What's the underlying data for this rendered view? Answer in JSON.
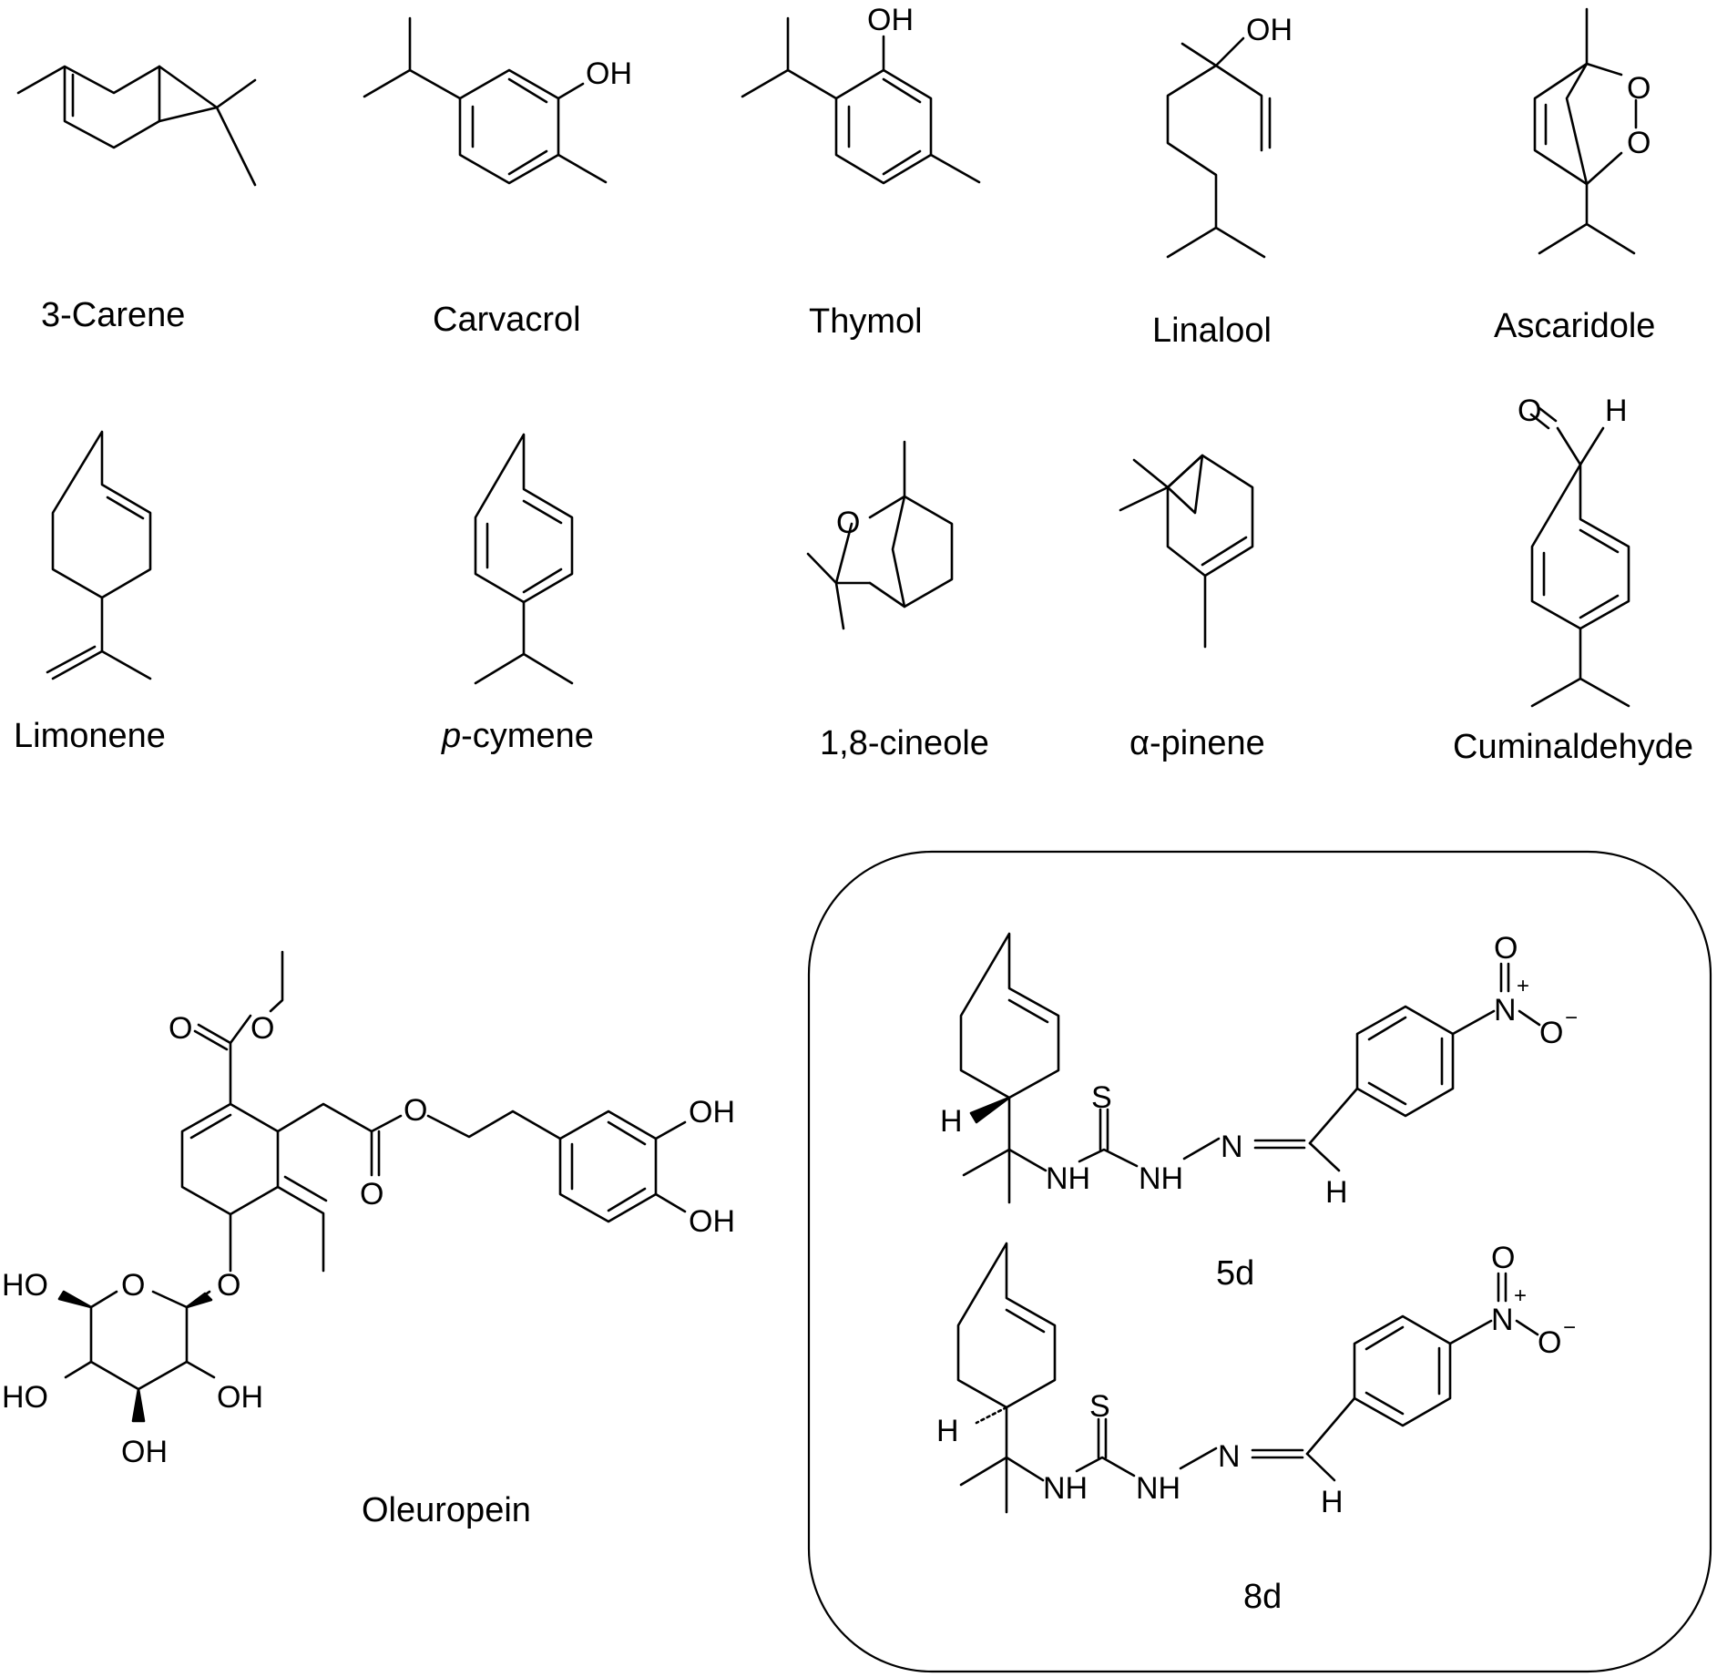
{
  "compounds": {
    "carene": {
      "name": "3-Carene"
    },
    "carvacrol": {
      "name": "Carvacrol",
      "oh": "OH"
    },
    "thymol": {
      "name": "Thymol",
      "oh": "OH"
    },
    "linalool": {
      "name": "Linalool",
      "oh": "OH"
    },
    "ascaridole": {
      "name": "Ascaridole",
      "o1": "O",
      "o2": "O"
    },
    "limonene": {
      "name": "Limonene"
    },
    "pcymene": {
      "name_prefix": "p",
      "name_rest": "-cymene"
    },
    "cineole": {
      "name": "1,8-cineole",
      "o": "O"
    },
    "pinene": {
      "name": "α-pinene"
    },
    "cuminaldehyde": {
      "name": "Cuminaldehyde",
      "o": "O",
      "h": "H"
    },
    "oleuropein": {
      "name": "Oleuropein",
      "o_carbonyl1": "O",
      "o_ester1": "O",
      "o_ester2": "O",
      "o_carbonyl2": "O",
      "oh_top": "OH",
      "oh_bottom": "OH",
      "o_glycoside": "O",
      "o_ring": "O",
      "ho_1": "HO",
      "ho_2": "HO",
      "oh_3": "OH",
      "oh_4": "OH"
    },
    "c5d": {
      "name": "5d",
      "h": "H",
      "s": "S",
      "nh1": "NH",
      "nh2": "NH",
      "n": "N",
      "h_imine": "H",
      "no2_n": "N",
      "no2_o1": "O",
      "no2_o2": "O",
      "plus": "+",
      "minus": "−"
    },
    "c8d": {
      "name": "8d",
      "h": "H",
      "s": "S",
      "nh1": "NH",
      "nh2": "NH",
      "n": "N",
      "h_imine": "H",
      "no2_n": "N",
      "no2_o1": "O",
      "no2_o2": "O",
      "plus": "+",
      "minus": "−"
    }
  }
}
